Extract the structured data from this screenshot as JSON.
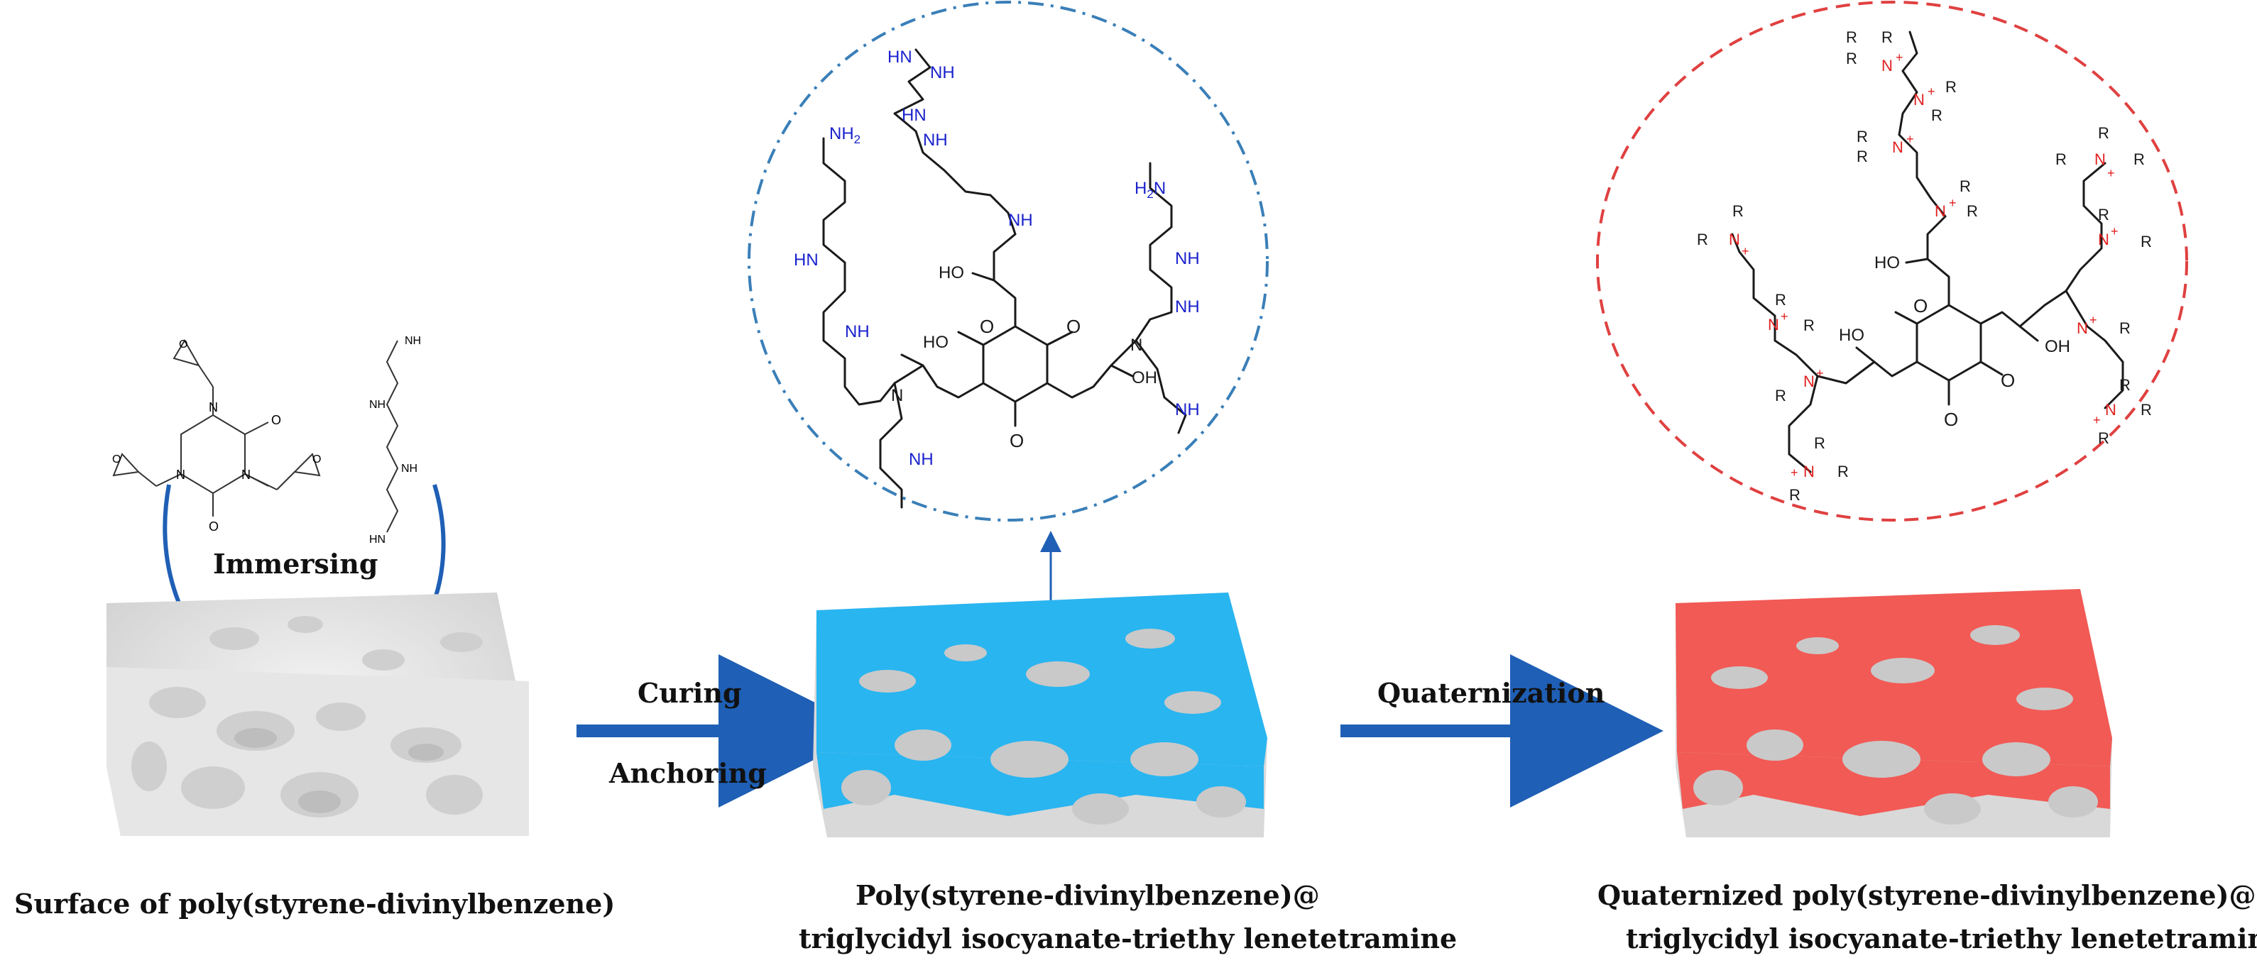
{
  "colors": {
    "arrow": "#1f5fb5",
    "amine_blue": "#1a22cc",
    "cation_red": "#e02020",
    "foam_gray": "#dcdcdc",
    "foam_blue": "#29b5f0",
    "foam_red": "#f25a55",
    "circle_blue": "#3a7fb8",
    "circle_red": "#e04040"
  },
  "labels": {
    "immersing": "Immersing",
    "curing": "Curing",
    "anchoring": "Anchoring",
    "quaternization": "Quaternization",
    "left_caption": "Surface of poly(styrene-divinylbenzene)",
    "middle_caption_1": "Poly(styrene-divinylbenzene)@",
    "middle_caption_2": "triglycidyl isocyanate-triethy lenetetramine",
    "right_caption_1": "Quaternized poly(styrene-divinylbenzene)@",
    "right_caption_2": "triglycidyl isocyanate-triethy lenetetramine"
  },
  "chem": {
    "atom_O": "O",
    "atom_N": "N",
    "atom_NH": "NH",
    "atom_NH2": "NH",
    "atom_NH2_sub": "2",
    "atom_HN": "HN",
    "atom_H2N": "H",
    "atom_H2N_sub": "2",
    "atom_H2N_tail": "N",
    "atom_HO": "HO",
    "atom_OH": "OH",
    "atom_R": "R",
    "charge_plus": "+"
  },
  "icons": [
    "curved-arrow-icon",
    "arrow-right-icon",
    "arrow-up-icon"
  ]
}
